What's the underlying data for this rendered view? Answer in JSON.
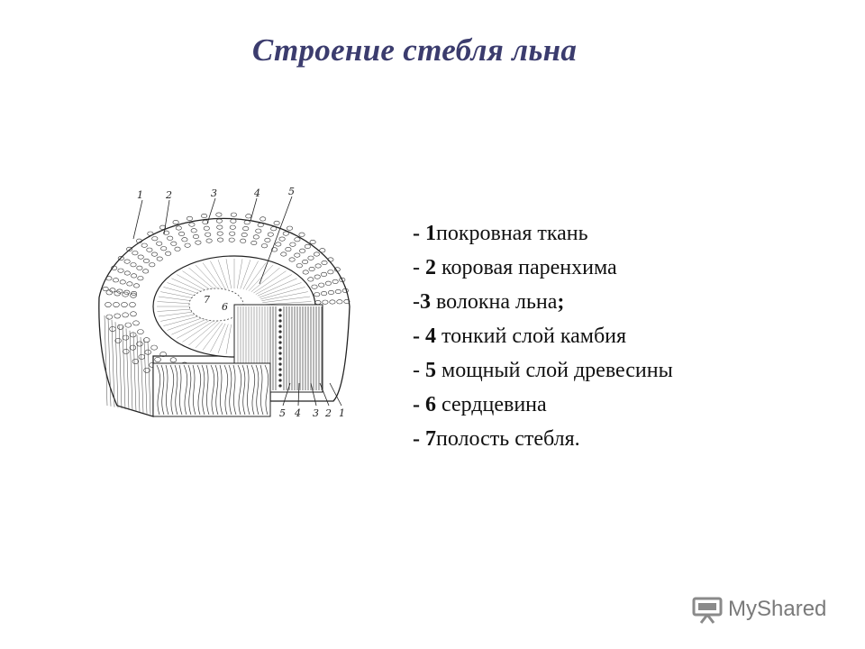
{
  "title": "Строение стебля льна",
  "diagram": {
    "top_labels": [
      "1",
      "2",
      "3",
      "4",
      "5"
    ],
    "bottom_labels": [
      "5",
      "4",
      "3",
      "2",
      "1"
    ],
    "inner_labels": [
      "7",
      "6"
    ]
  },
  "legend": [
    {
      "prefix": "- ",
      "num": "1",
      "text": "покровная ткань",
      "bold_dash": true
    },
    {
      "prefix": "- ",
      "num": "2",
      "text": " коровая паренхима",
      "bold_dash": false
    },
    {
      "prefix": " -",
      "num": "3",
      "text": " волокна льна",
      "suffix": ";",
      "bold_dash": false
    },
    {
      "prefix": "- ",
      "num": "4",
      "text": " тонкий слой камбия",
      "bold_dash": true
    },
    {
      "prefix": "- ",
      "num": "5",
      "text": " мощный слой древесины",
      "bold_dash": false
    },
    {
      "prefix": "- ",
      "num": "6",
      "text": " сердцевина",
      "bold_dash": true
    },
    {
      "prefix": "- ",
      "num": "7",
      "text": "полость стебля.",
      "bold_dash": true
    }
  ],
  "watermark": {
    "text": "MyShared",
    "icon": "presentation-board-icon"
  }
}
